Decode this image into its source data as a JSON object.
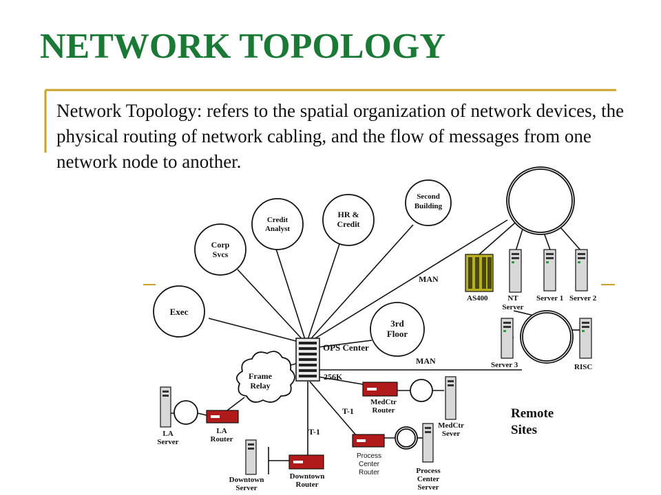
{
  "slide": {
    "title": "NETWORK TOPOLOGY",
    "body": "Network Topology: refers to the spatial organization of network devices, the physical routing of network cabling, and the flow of messages from one network node to another."
  },
  "colors": {
    "title": "#1a7a35",
    "accent_rule": "#c9a227",
    "router": "#b01a1a"
  },
  "diagram": {
    "hub_label": "OPS Center",
    "nodes": {
      "exec": "Exec",
      "corp_svcs": [
        "Corp",
        "Svcs"
      ],
      "credit_analyst": [
        "Credit",
        "Analyst"
      ],
      "hr_credit": [
        "HR &",
        "Credit"
      ],
      "second_building": [
        "Second",
        "Building"
      ],
      "third_floor": [
        "3rd",
        "Floor"
      ],
      "frame_relay": [
        "Frame",
        "Relay"
      ]
    },
    "links": {
      "man_top": "MAN",
      "man_mid": "MAN",
      "k256": "256K",
      "t1_a": "T-1",
      "t1_b": "T-1"
    },
    "devices": {
      "as400": "AS400",
      "nt_server": [
        "NT",
        "Server"
      ],
      "server1": "Server 1",
      "server2": "Server 2",
      "server3": "Server 3",
      "risc": "RISC",
      "medctr_router": [
        "MedCtr",
        "Router"
      ],
      "medctr_server": [
        "MedCtr",
        "Sever"
      ],
      "la_server": [
        "LA",
        "Server"
      ],
      "la_router": [
        "LA",
        "Router"
      ],
      "downtown_server": [
        "Downtown",
        "Server"
      ],
      "downtown_router": [
        "Downtown",
        "Router"
      ],
      "process_router": [
        "Process",
        "Center",
        "Router"
      ],
      "process_server": [
        "Process",
        "Center",
        "Server"
      ]
    },
    "remote_sites": [
      "Remote",
      "Sites"
    ]
  }
}
